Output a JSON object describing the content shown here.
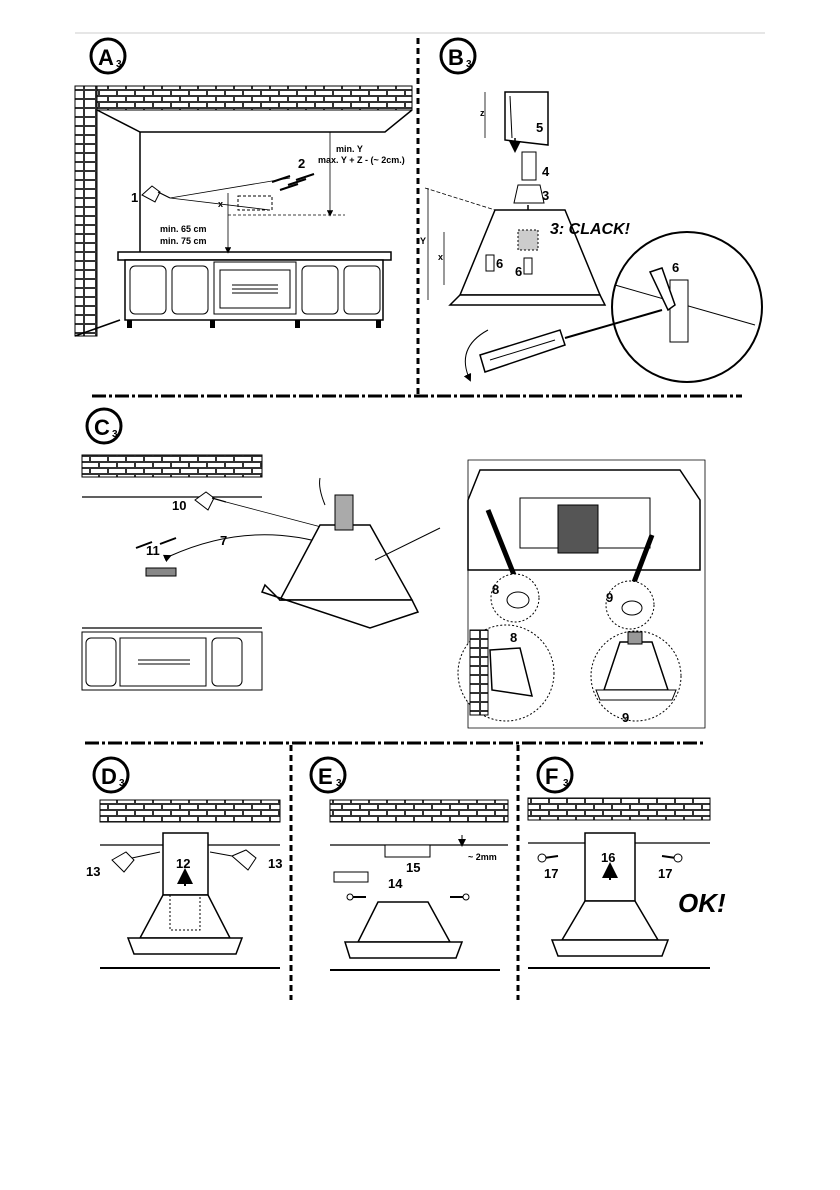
{
  "panels": {
    "a": {
      "letter": "A",
      "sub": "3"
    },
    "b": {
      "letter": "B",
      "sub": "3"
    },
    "c": {
      "letter": "C",
      "sub": "3"
    },
    "d": {
      "letter": "D",
      "sub": "3"
    },
    "e": {
      "letter": "E",
      "sub": "3"
    },
    "f": {
      "letter": "F",
      "sub": "3"
    }
  },
  "panel_a": {
    "step1": "1",
    "step2": "2",
    "min_y": "min. Y",
    "max_y": "max. Y + Z - (~ 2cm.)",
    "x_label": "x",
    "min65": "min. 65 cm",
    "min75": "min. 75 cm"
  },
  "panel_b": {
    "z_label": "z",
    "step5": "5",
    "step4": "4",
    "step3": "3",
    "clack": "3: CLACK!",
    "y_label": "Y",
    "x_label": "x",
    "step6a": "6",
    "step6b": "6",
    "step6c": "6"
  },
  "panel_c": {
    "step10": "10",
    "step11": "11",
    "step7": "7",
    "step8a": "8",
    "step8b": "8",
    "step9a": "9",
    "step9b": "9"
  },
  "panel_d": {
    "step13a": "13",
    "step12": "12",
    "step13b": "13"
  },
  "panel_e": {
    "step15": "15",
    "gap": "~ 2mm",
    "step14": "14"
  },
  "panel_f": {
    "step16": "16",
    "step17a": "17",
    "step17b": "17",
    "ok": "OK!"
  }
}
